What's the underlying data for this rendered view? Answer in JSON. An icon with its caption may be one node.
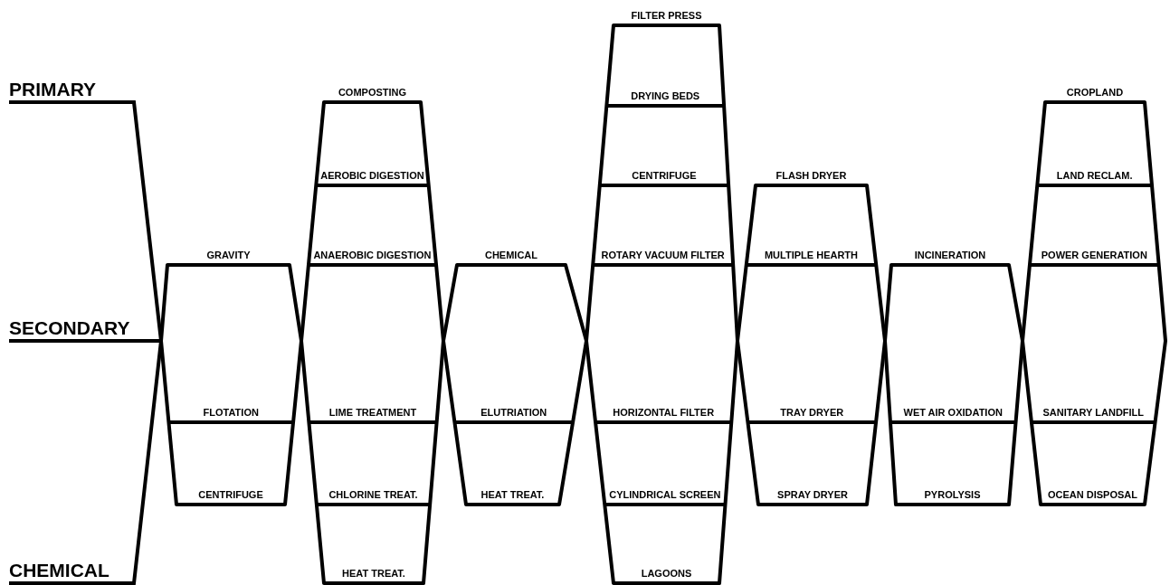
{
  "diagram": {
    "nodes": [
      {
        "text": [
          "PRIMARY"
        ]
      },
      {
        "text": [
          "SECONDARY"
        ]
      },
      {
        "text": [
          "CHEMICAL"
        ]
      },
      {
        "text": [
          "GRAVITY",
          "FLOTATION",
          "CENTRIFUGE"
        ]
      },
      {
        "text": [
          "COMPOSTING",
          "AEROBIC DIGESTION",
          "ANAEROBIC DIGESTION",
          "LIME TREATMENT",
          "CHLORINE TREAT.",
          "HEAT TREAT."
        ]
      },
      {
        "text": [
          "CHEMICAL",
          "ELUTRIATION",
          "HEAT TREAT."
        ]
      },
      {
        "text": [
          "FILTER PRESS",
          "DRYING BEDS",
          "CENTRIFUGE",
          "ROTARY VACUUM FILTER",
          "HORIZONTAL FILTER",
          "CYLINDRICAL SCREEN",
          "LAGOONS"
        ]
      },
      {
        "text": [
          "FLASH DRYER",
          "MULTIPLE HEARTH",
          "TRAY DRYER",
          "SPRAY DRYER"
        ]
      },
      {
        "text": [
          "INCINERATION",
          "WET AIR OXIDATION",
          "PYROLYSIS"
        ]
      },
      {
        "text": [
          "CROPLAND",
          "LAND RECLAM.",
          "POWER GENERATION",
          "SANITARY LANDFILL",
          "OCEAN DISPOSAL"
        ]
      }
    ],
    "edges": [
      {
        "from": 0,
        "to": 3,
        "arrow": "none"
      },
      {
        "from": 1,
        "to": 3,
        "arrow": "none"
      },
      {
        "from": 2,
        "to": 3,
        "arrow": "none"
      }
    ]
  }
}
